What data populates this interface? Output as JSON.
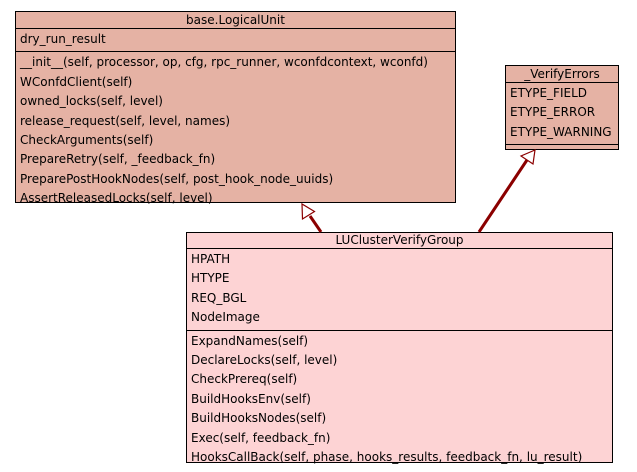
{
  "colors": {
    "base_fill": "#e5b2a4",
    "verify_fill": "#e5b2a4",
    "lu_fill": "#fdd3d4",
    "arrow": "#8b0000"
  },
  "base_class": {
    "name": "base.LogicalUnit",
    "attributes": [
      "dry_run_result"
    ],
    "methods": [
      "__init__(self, processor, op, cfg, rpc_runner, wconfdcontext, wconfd)",
      "WConfdClient(self)",
      "owned_locks(self, level)",
      "release_request(self, level, names)",
      "CheckArguments(self)",
      "PrepareRetry(self, _feedback_fn)",
      "PreparePostHookNodes(self, post_hook_node_uuids)",
      "AssertReleasedLocks(self, level)"
    ]
  },
  "verify_errors_class": {
    "name": "_VerifyErrors",
    "attributes": [
      "ETYPE_FIELD",
      "ETYPE_ERROR",
      "ETYPE_WARNING"
    ],
    "methods": []
  },
  "lu_class": {
    "name": "LUClusterVerifyGroup",
    "attributes": [
      "HPATH",
      "HTYPE",
      "REQ_BGL",
      "NodeImage"
    ],
    "methods": [
      "ExpandNames(self)",
      "DeclareLocks(self, level)",
      "CheckPrereq(self)",
      "BuildHooksEnv(self)",
      "BuildHooksNodes(self)",
      "Exec(self, feedback_fn)",
      "HooksCallBack(self, phase, hooks_results, feedback_fn, lu_result)"
    ]
  }
}
